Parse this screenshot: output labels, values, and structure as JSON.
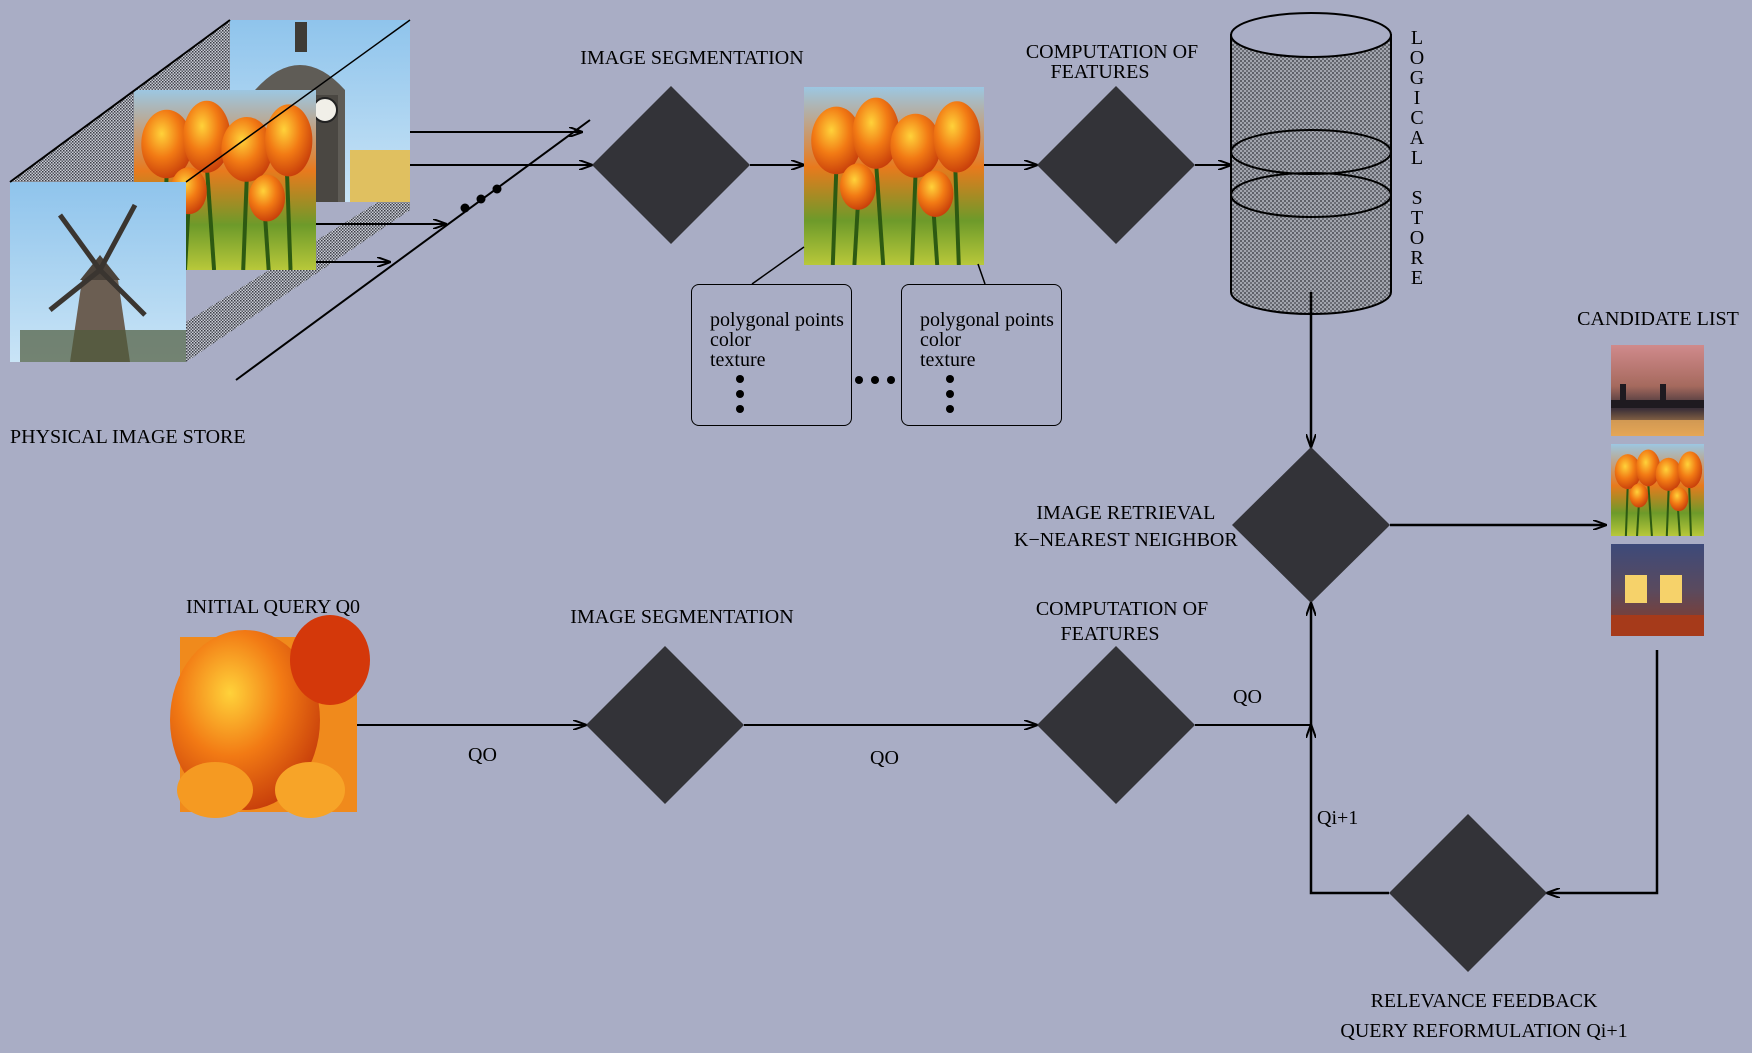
{
  "labels": {
    "physical_store": "PHYSICAL IMAGE STORE",
    "segmentation_top": "IMAGE SEGMENTATION",
    "features_top": [
      "COMPUTATION OF",
      "FEATURES"
    ],
    "logical_store": "LOGICAL STORE",
    "candidate_list": "CANDIDATE LIST",
    "retrieval": [
      "IMAGE RETRIEVAL",
      "K−NEAREST NEIGHBOR"
    ],
    "initial_query": "INITIAL QUERY Q0",
    "segmentation_bottom": "IMAGE SEGMENTATION",
    "features_bottom": [
      "COMPUTATION OF",
      "FEATURES"
    ],
    "qo_1": "QO",
    "qo_2": "QO",
    "qo_3": "QO",
    "qi1": "Qi+1",
    "feedback": [
      "RELEVANCE FEEDBACK",
      "QUERY REFORMULATION Qi+1"
    ]
  },
  "feature_boxes": [
    {
      "lines": [
        "polygonal points",
        "color",
        "texture"
      ]
    },
    {
      "lines": [
        "polygonal points",
        "color",
        "texture"
      ]
    }
  ],
  "colors": {
    "background": "#a9adc5",
    "diamond": "#333338",
    "line": "#000000",
    "cylinder_fill": "#8c8f98"
  },
  "icons": {
    "store_images": [
      "church-tower-photo",
      "tulips-photo",
      "windmill-photo"
    ],
    "segmented_image": "tulips-photo",
    "query_image": "tulip-closeup-photo",
    "candidates": [
      "city-bridge-night-photo",
      "tulips-photo",
      "building-night-photo"
    ]
  }
}
